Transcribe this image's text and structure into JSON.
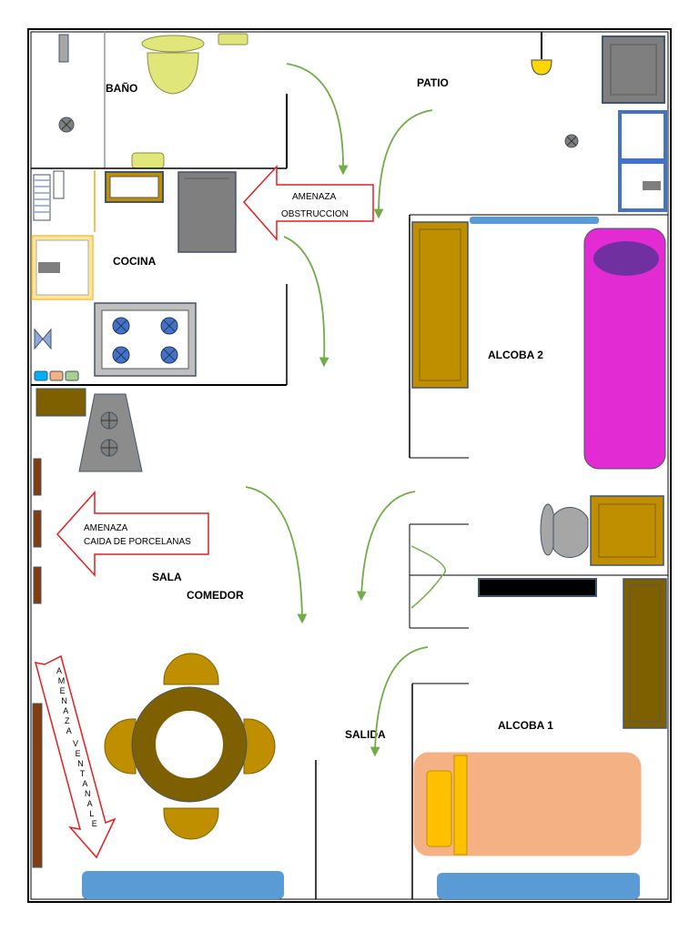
{
  "rooms": {
    "bano": "BAÑO",
    "patio": "PATIO",
    "cocina": "COCINA",
    "alcoba2": "ALCOBA 2",
    "sala": "SALA",
    "comedor": "COMEDOR",
    "salida": "SALIDA",
    "alcoba1": "ALCOBA 1"
  },
  "warnings": {
    "obstruccion": {
      "line1": "AMENAZA",
      "line2": "OBSTRUCCION"
    },
    "porcelanas": {
      "line1": "AMENAZA",
      "line2": "CAIDA DE PORCELANAS"
    },
    "ventanales": {
      "line1": "AMENAZA",
      "line2": "VENTANALE"
    }
  },
  "colors": {
    "wall": "#000000",
    "warning_arrow": "#e02020",
    "evac_arrow": "#70ad47",
    "furniture_gray": "#7f7f7f",
    "wood": "#bf8f00",
    "dark_wood": "#7f6000",
    "bed_magenta": "#e22bd3",
    "bed_salmon": "#f4b183",
    "window_blue": "#5b9bd5",
    "toilet_yellow": "#e1e67a",
    "stove_blue": "#4472c4"
  },
  "icons": [
    "toilet-icon",
    "sink-icon",
    "bed-icon",
    "stove-icon",
    "table-icon",
    "chair-icon",
    "wardrobe-icon",
    "lamp-icon",
    "drain-icon",
    "washer-icon",
    "door-swing-icon"
  ]
}
